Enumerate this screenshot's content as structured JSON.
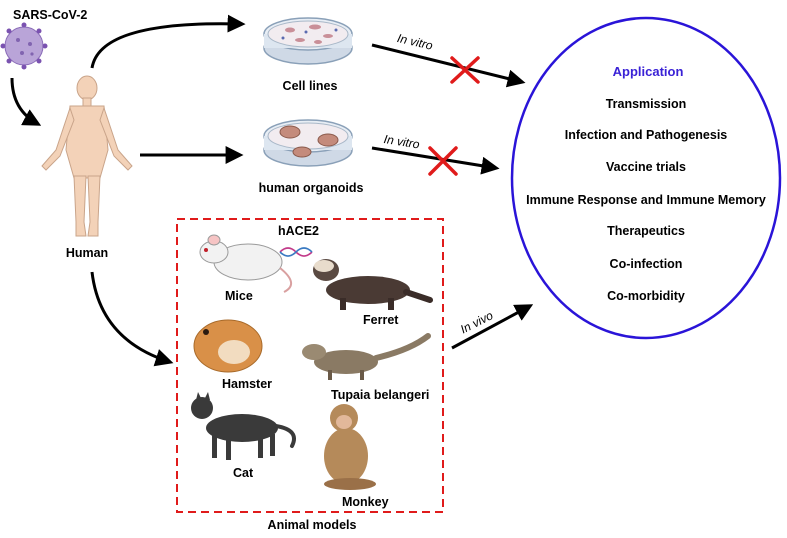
{
  "virus_label": "SARS-CoV-2",
  "human_label": "Human",
  "cell_lines_label": "Cell lines",
  "organoids_label": "human organoids",
  "in_vitro_1": "In vitro",
  "in_vitro_2": "In vitro",
  "in_vivo": "In vivo",
  "hace2_label": "hACE2",
  "animals": {
    "mice": "Mice",
    "ferret": "Ferret",
    "hamster": "Hamster",
    "tupaia": "Tupaia belangeri",
    "cat": "Cat",
    "monkey": "Monkey"
  },
  "animal_models_label": "Animal models",
  "application": {
    "title": "Application",
    "items": [
      "Transmission",
      "Infection and Pathogenesis",
      "Vaccine trials",
      "Immune Response and Immune Memory",
      "Therapeutics",
      "Co-infection",
      "Co-morbidity"
    ]
  },
  "colors": {
    "application_title": "#3a22d6",
    "ellipse_stroke": "#2a14d8",
    "dashed_box": "#e01b1b",
    "cross": "#e01b1b",
    "virus": "#9a7bc8"
  }
}
